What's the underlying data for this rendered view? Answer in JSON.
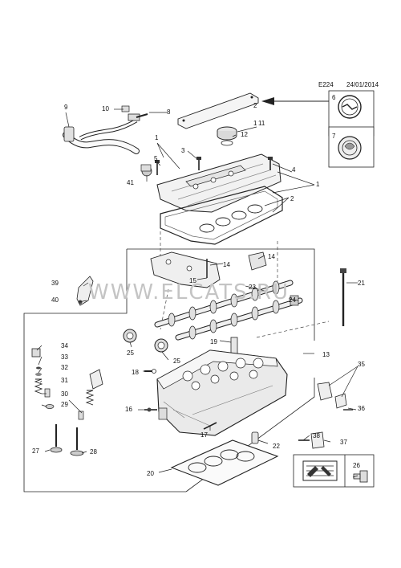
{
  "header": {
    "code": "E224",
    "date": "24/01/2014"
  },
  "watermark": "WWW.ELCATS.RU",
  "callouts": [
    {
      "n": "1"
    },
    {
      "n": "1"
    },
    {
      "n": "1"
    },
    {
      "n": "2"
    },
    {
      "n": "2"
    },
    {
      "n": "3"
    },
    {
      "n": "4"
    },
    {
      "n": "5"
    },
    {
      "n": "6"
    },
    {
      "n": "7"
    },
    {
      "n": "8"
    },
    {
      "n": "9"
    },
    {
      "n": "10"
    },
    {
      "n": "11"
    },
    {
      "n": "12"
    },
    {
      "n": "13"
    },
    {
      "n": "14"
    },
    {
      "n": "14"
    },
    {
      "n": "15"
    },
    {
      "n": "16"
    },
    {
      "n": "17"
    },
    {
      "n": "18"
    },
    {
      "n": "19"
    },
    {
      "n": "20"
    },
    {
      "n": "21"
    },
    {
      "n": "22"
    },
    {
      "n": "23"
    },
    {
      "n": "24"
    },
    {
      "n": "25"
    },
    {
      "n": "25"
    },
    {
      "n": "26"
    },
    {
      "n": "27"
    },
    {
      "n": "28"
    },
    {
      "n": "29"
    },
    {
      "n": "30"
    },
    {
      "n": "31"
    },
    {
      "n": "32"
    },
    {
      "n": "33"
    },
    {
      "n": "34"
    },
    {
      "n": "35"
    },
    {
      "n": "36"
    },
    {
      "n": "37"
    },
    {
      "n": "38"
    },
    {
      "n": "39"
    },
    {
      "n": "40"
    },
    {
      "n": "41"
    }
  ],
  "colors": {
    "line": "#222222",
    "fill": "#f4f4f4",
    "shade": "#d9d9d9",
    "watermark": "#bdbdbd"
  }
}
